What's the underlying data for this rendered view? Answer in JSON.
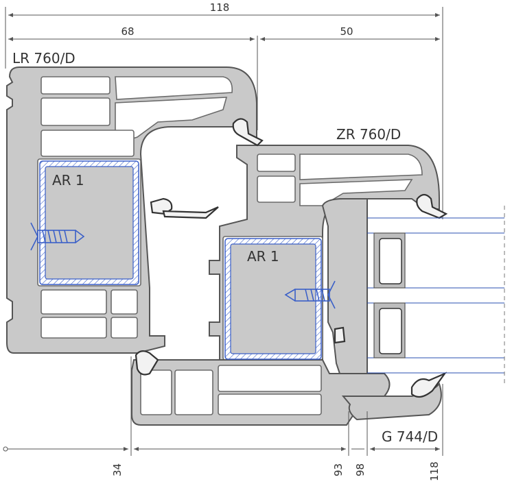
{
  "dimensions": {
    "top_total": "118",
    "top_left": "68",
    "top_right": "50",
    "bottom": [
      "34",
      "93",
      "98",
      "118"
    ]
  },
  "labels": {
    "frame": "LR 760/D",
    "sash": "ZR 760/D",
    "reinforcement_left": "AR 1",
    "reinforcement_right": "AR 1",
    "bead": "G 744/D"
  },
  "colors": {
    "profile_fill": "#c9c9c9",
    "outline": "#555555",
    "reinforcement": "#3a5fc8",
    "glass": "#2a4fb0"
  }
}
